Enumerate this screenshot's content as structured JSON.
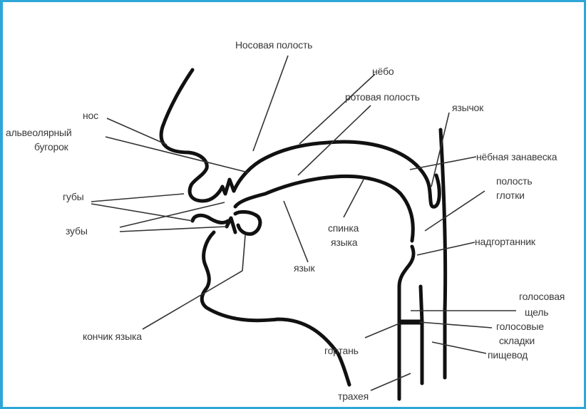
{
  "labels": {
    "nasal_cavity": "Носовая полость",
    "palate": "нёбо",
    "oral_cavity": "ротовая полость",
    "uvula": "язычок",
    "velum": "нёбная занавеска",
    "nose": "нос",
    "alveolar_ridge_1": "альвеолярный",
    "alveolar_ridge_2": "бугорок",
    "lips": "губы",
    "teeth": "зубы",
    "pharynx_1": "полость",
    "pharynx_2": "глотки",
    "tongue_back_1": "спинка",
    "tongue_back_2": "языка",
    "epiglottis": "надгортанник",
    "tongue": "язык",
    "glottis_1": "голосовая",
    "glottis_2": "щель",
    "vocal_folds_1": "голосовые",
    "vocal_folds_2": "складки",
    "tongue_tip": "кончик языка",
    "larynx": "гортань",
    "esophagus": "пищевод",
    "trachea": "трахея"
  },
  "colors": {
    "frame": "#2fa6d8",
    "ink": "#111111",
    "leader": "#333333",
    "text": "#3a3a3a"
  }
}
